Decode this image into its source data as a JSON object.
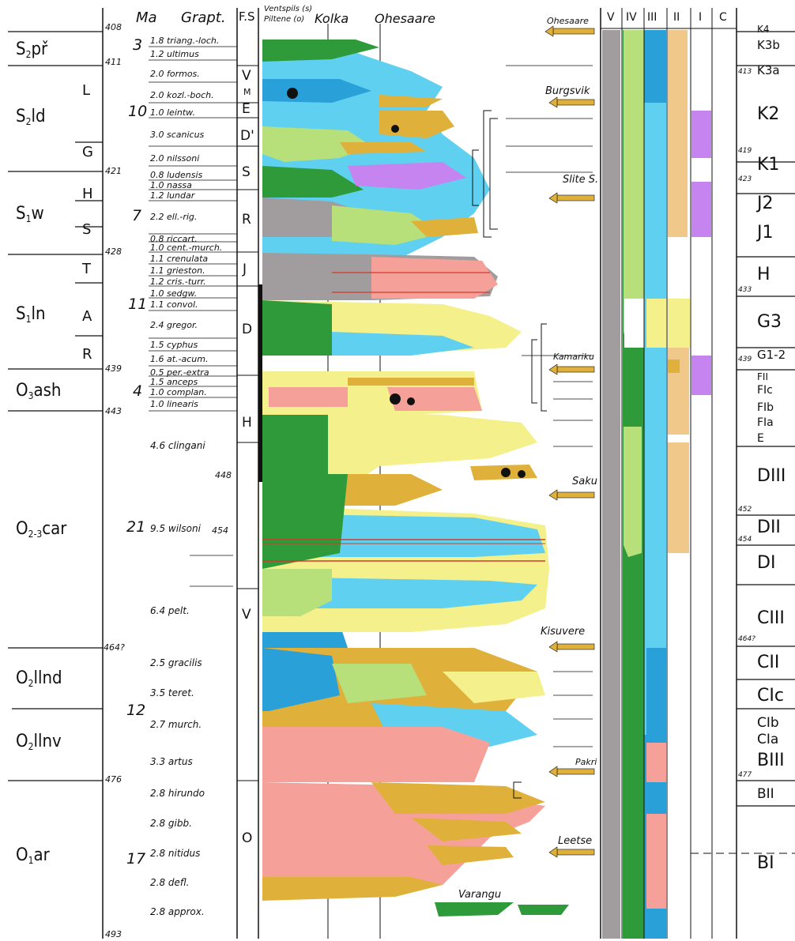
{
  "header": {
    "ma": "Ma",
    "grapt": "Grapt.",
    "fs": "F.S",
    "wells_line1": "Ventspils (s)",
    "wells_line2": "Piltene (o)",
    "kolka": "Kolka",
    "ohesaare": "Ohesaare",
    "col_V": "V",
    "col_IV": "IV",
    "col_III": "III",
    "col_II": "II",
    "col_I": "I",
    "col_C": "C"
  },
  "stages": [
    {
      "main": "S",
      "sub": "2",
      "rest": "př"
    },
    {
      "main": "S",
      "sub": "2",
      "rest": "ld"
    },
    {
      "main": "S",
      "sub": "1",
      "rest": "w"
    },
    {
      "main": "S",
      "sub": "1",
      "rest": "ln"
    },
    {
      "main": "O",
      "sub": "3",
      "rest": "ash"
    },
    {
      "main": "O",
      "sub": "2-3",
      "rest": "car"
    },
    {
      "main": "O",
      "sub": "2",
      "rest": "llnd"
    },
    {
      "main": "O",
      "sub": "2",
      "rest": "llnv"
    },
    {
      "main": "O",
      "sub": "1",
      "rest": "ar"
    }
  ],
  "substages": [
    "L",
    "G",
    "H",
    "S",
    "T",
    "A",
    "R"
  ],
  "ages_left": [
    "408",
    "411",
    "421",
    "428",
    "439",
    "443",
    "448",
    "454",
    "464?",
    "476",
    "493"
  ],
  "durations": [
    "3",
    "10",
    "7",
    "11",
    "4",
    "21",
    "12",
    "17"
  ],
  "graptolites": [
    "1.8 triang.-loch.",
    "1.2 ultimus",
    "2.0 formos.",
    "2.0 kozl.-boch.",
    "1.0 leintw.",
    "3.0 scanicus",
    "2.0 nilssoni",
    "0.8 ludensis",
    "1.0 nassa",
    "1.2 lundar",
    "2.2 ell.-rig.",
    "0.8 riccart.",
    "1.0 cent.-murch.",
    "1.1 crenulata",
    "1.1 grieston.",
    "1.2 cris.-turr.",
    "1.0 sedgw.",
    "1.1 convol.",
    "2.4 gregor.",
    "1.5 cyphus",
    "1.6 at.-acum.",
    "0.5 per.-extra",
    "1.5 anceps",
    "1.0 complan.",
    "1.0 linearis",
    "4.6 clingani",
    "9.5 wilsoni",
    "6.4 pelt.",
    "2.5 gracilis",
    "3.5 teret.",
    "2.7 murch.",
    "3.3 artus",
    "2.8 hirundo",
    "2.8 gibb.",
    "2.8 nitidus",
    "2.8 defl.",
    "2.8 approx."
  ],
  "facies": [
    "V",
    "M",
    "E",
    "D'",
    "S",
    "R",
    "J",
    "D",
    "H",
    "V",
    "O"
  ],
  "places": [
    "Ohesaare",
    "Burgsvik",
    "Slite S.",
    "Kamariku",
    "Saku",
    "Kisuvere",
    "Pakri",
    "Leetse",
    "Varangu"
  ],
  "right_units": [
    "K4",
    "K3b",
    "K3a",
    "K2",
    "K1",
    "J2",
    "J1",
    "H",
    "G3",
    "G1-2",
    "FII",
    "FIc",
    "FIb",
    "FIa",
    "E",
    "DIII",
    "DII",
    "DI",
    "CIII",
    "CII",
    "CIc",
    "CIb",
    "CIa",
    "BIII",
    "BII",
    "BI"
  ],
  "right_ages": [
    "413",
    "419",
    "423",
    "433",
    "439",
    "452",
    "454",
    "464?",
    "477"
  ],
  "colors": {
    "gray": "#a19d9e",
    "dkgreen": "#2f9a3a",
    "ltgreen": "#b8e07a",
    "blue": "#2aa0d8",
    "cyan": "#5fd0f0",
    "yellow": "#f4f08c",
    "ochre": "#e0b13a",
    "tan": "#f0c98a",
    "pink": "#f6a09a",
    "violet": "#c684f0",
    "red": "#d23a2a"
  }
}
